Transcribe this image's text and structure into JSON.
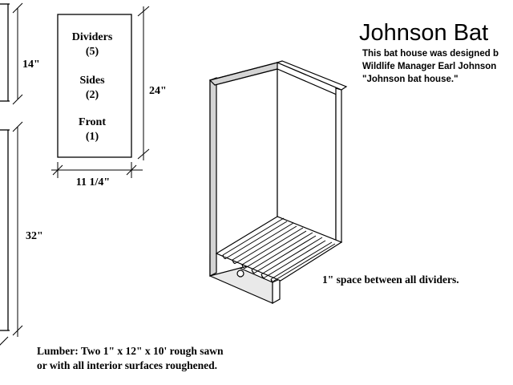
{
  "title": "Johnson Bat",
  "description": [
    "This bat house was designed b",
    "Wildlife Manager Earl Johnson",
    "\"Johnson bat house.\""
  ],
  "panels": {
    "dividers": {
      "label": "Dividers",
      "count": "(5)"
    },
    "sides": {
      "label": "Sides",
      "count": "(2)"
    },
    "front": {
      "label": "Front",
      "count": "(1)"
    }
  },
  "dimensions": {
    "top_left_height": "14\"",
    "panel_height": "24\"",
    "panel_width": "11 1/4\"",
    "back_height": "32\""
  },
  "notes": {
    "spacing": "1\" space between all dividers.",
    "lumber_line1": "Lumber:  Two 1\" x 12\" x 10' rough sawn",
    "lumber_line2": "or with all interior surfaces roughened."
  }
}
